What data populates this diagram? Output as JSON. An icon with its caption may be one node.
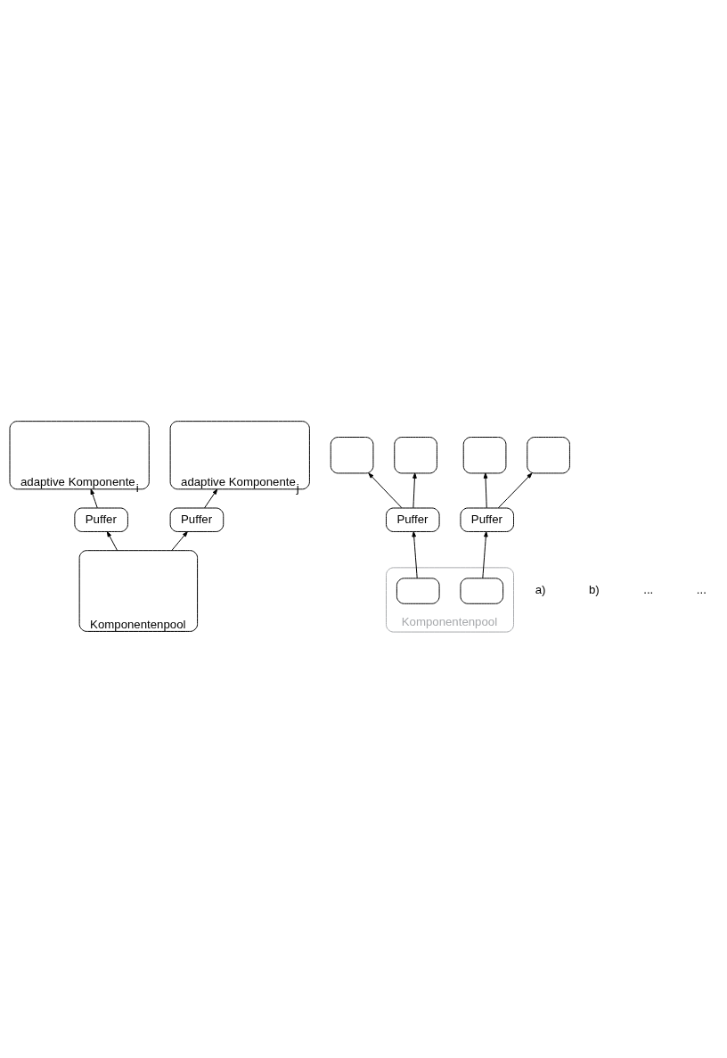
{
  "diagram": {
    "nodes": [
      {
        "text": [
          "adaptive Komponente$_{i}$"
        ]
      },
      {
        "text": [
          "adaptive Komponente$_{j}$"
        ]
      },
      {
        "text": [
          "Puffer"
        ]
      },
      {
        "text": [
          "Puffer"
        ]
      },
      {
        "text": [
          "Komponentenpool"
        ]
      },
      {
        "text": [],
        "shape": "box"
      },
      {
        "text": [],
        "shape": "box"
      },
      {
        "text": [],
        "shape": "box"
      },
      {
        "text": [],
        "shape": "box"
      },
      {
        "text": [
          "Puffer"
        ]
      },
      {
        "text": [
          "Puffer"
        ]
      },
      {
        "text": [
          "Komponentenpool"
        ]
      },
      {
        "text": [],
        "shape": "box",
        "in": 11
      },
      {
        "text": [],
        "shape": "box",
        "in": 11
      }
    ],
    "edges": [
      {
        "from": 2,
        "to": 0,
        "arrow": "to"
      },
      {
        "from": 3,
        "to": 1,
        "arrow": "to"
      },
      {
        "from": 4,
        "to": 2,
        "arrow": "to"
      },
      {
        "from": 4,
        "to": 3,
        "arrow": "to"
      },
      {
        "from": 9,
        "to": 5,
        "arrow": "to"
      },
      {
        "from": 9,
        "to": 6,
        "arrow": "to"
      },
      {
        "from": 10,
        "to": 7,
        "arrow": "to"
      },
      {
        "from": 10,
        "to": 8,
        "arrow": "to"
      },
      {
        "from": 12,
        "to": 9,
        "arrow": "to"
      },
      {
        "from": 13,
        "to": 10,
        "arrow": "to"
      }
    ],
    "labels": [
      "a)",
      "b)",
      "...",
      "..."
    ]
  }
}
